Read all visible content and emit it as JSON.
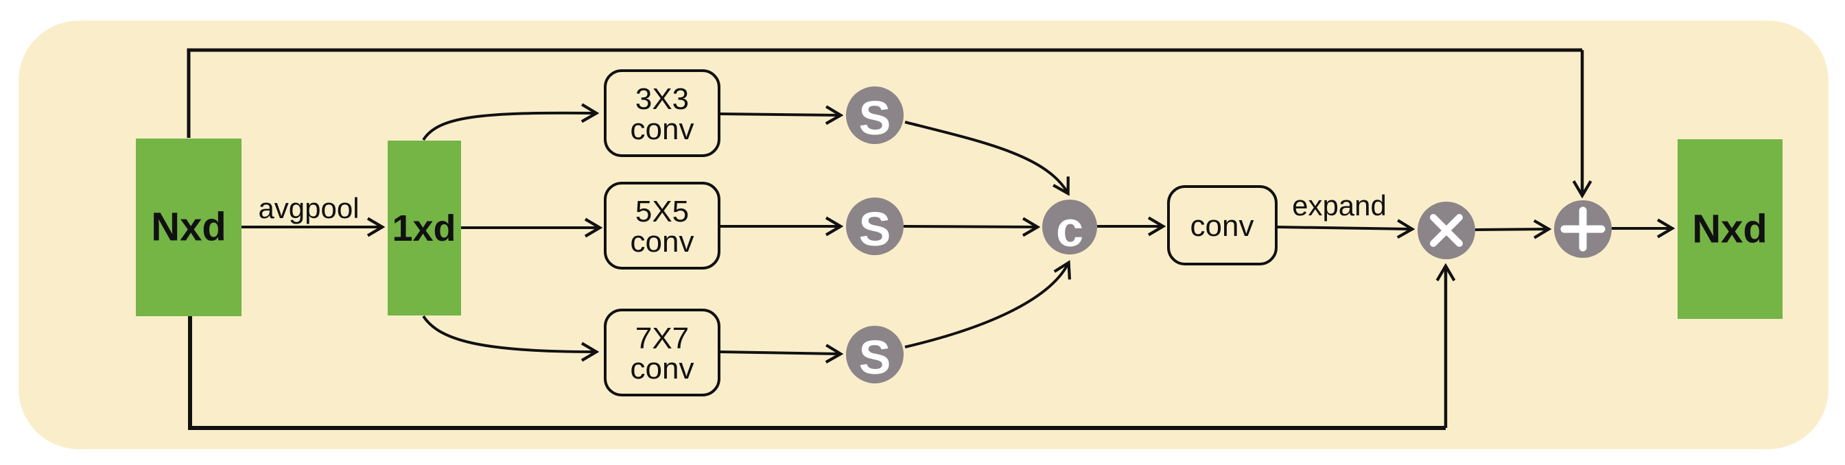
{
  "figure": {
    "colors": {
      "page": "#FFFFFF",
      "panel": "#FAEECA",
      "block_green": "#74B546",
      "node_gray": "#8B8589",
      "line": "#111111",
      "glyph_white": "#FFFFFF"
    },
    "blocks": {
      "input": "Nxd",
      "pooled": "1xd",
      "output": "Nxd",
      "fuse": "conv"
    },
    "edge_labels": {
      "pool": "avgpool",
      "expand": "expand"
    },
    "branches": [
      {
        "kernel": "3X3",
        "op": "conv",
        "gate": "S"
      },
      {
        "kernel": "5X5",
        "op": "conv",
        "gate": "S"
      },
      {
        "kernel": "7X7",
        "op": "conv",
        "gate": "S"
      }
    ],
    "nodes": {
      "concat": "c",
      "multiply": "×",
      "add": "+"
    }
  }
}
